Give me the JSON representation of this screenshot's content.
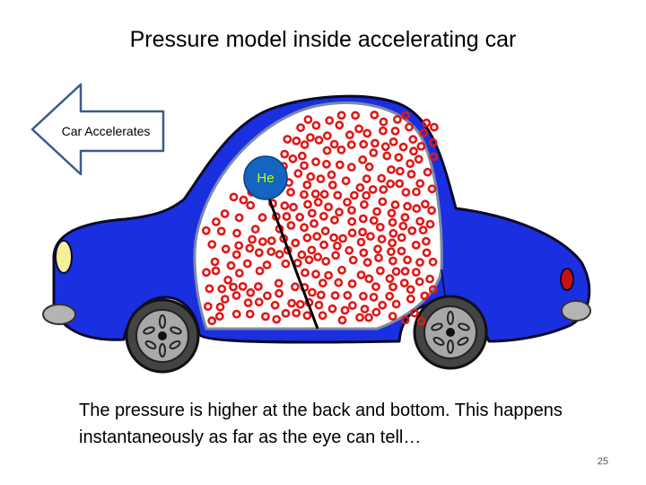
{
  "title": "Pressure model inside accelerating car",
  "arrow_label": "Car Accelerates",
  "balloon_label": "He",
  "caption": "The pressure is higher at the back and bottom. This happens instantaneously as far as the eye can tell…",
  "slide_number": "25",
  "colors": {
    "car_body": "#1a2fe0",
    "window": "#ffffff",
    "molecule": "#e01818",
    "balloon": "#1565c0",
    "balloon_text": "#c6ff00",
    "headlight": "#f5f09a",
    "taillight": "#cc1111",
    "tire": "#444444",
    "hubcap": "#a8a8a8"
  }
}
